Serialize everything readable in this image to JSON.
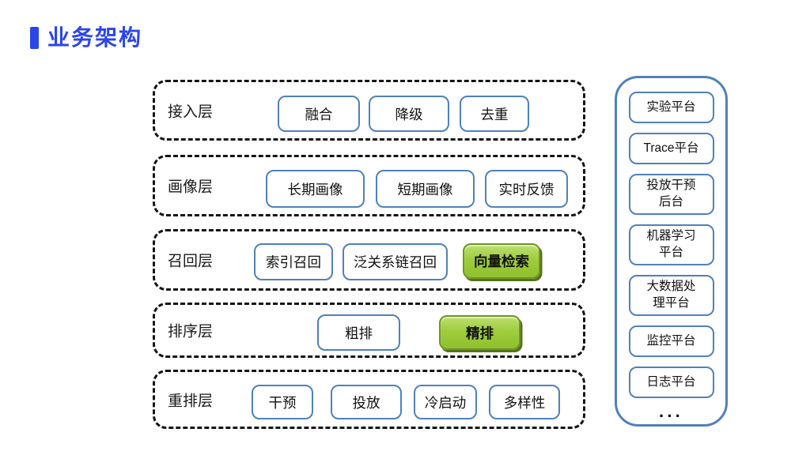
{
  "title": "业务架构",
  "colors": {
    "accent_blue": "#2b45ec",
    "box_border_blue": "#4f81bd",
    "green_fill": "#9fcd3c",
    "green_border": "#6e9722",
    "dash_border": "#141414"
  },
  "layers": [
    {
      "label": "接入层",
      "boxes": [
        {
          "label": "融合"
        },
        {
          "label": "降级"
        },
        {
          "label": "去重"
        }
      ]
    },
    {
      "label": "画像层",
      "boxes": [
        {
          "label": "长期画像"
        },
        {
          "label": "短期画像"
        },
        {
          "label": "实时反馈"
        }
      ]
    },
    {
      "label": "召回层",
      "boxes": [
        {
          "label": "索引召回"
        },
        {
          "label": "泛关系链召回"
        },
        {
          "label": "向量检索",
          "highlight": true
        }
      ]
    },
    {
      "label": "排序层",
      "boxes": [
        {
          "label": "粗排"
        },
        {
          "label": "精排",
          "highlight": true
        }
      ]
    },
    {
      "label": "重排层",
      "boxes": [
        {
          "label": "干预"
        },
        {
          "label": "投放"
        },
        {
          "label": "冷启动"
        },
        {
          "label": "多样性"
        }
      ]
    }
  ],
  "platforms": {
    "items": [
      {
        "label": "实验平台"
      },
      {
        "label": "Trace平台"
      },
      {
        "label": "投放干预\n后台"
      },
      {
        "label": "机器学习\n平台"
      },
      {
        "label": "大数据处\n理平台"
      },
      {
        "label": "监控平台"
      },
      {
        "label": "日志平台"
      }
    ],
    "more_label": "···"
  }
}
